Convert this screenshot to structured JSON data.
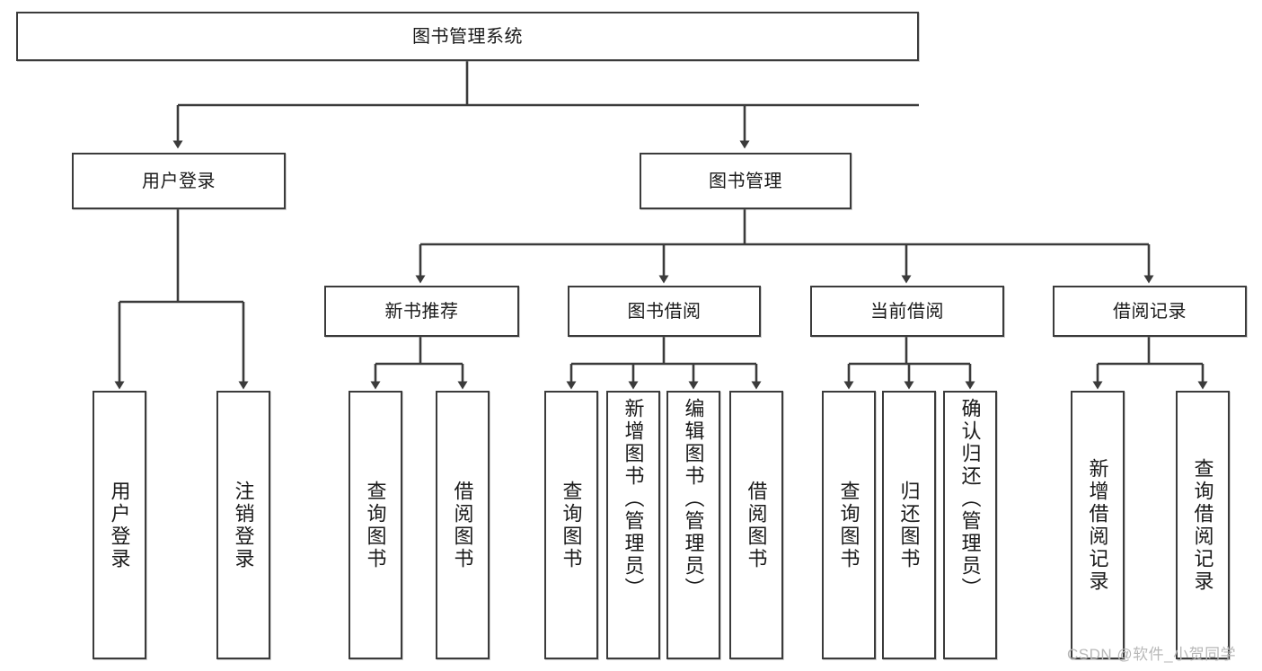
{
  "diagram": {
    "title": "图书管理系统",
    "watermark": "CSDN @软件_小贺同学",
    "colors": {
      "box_border": "#3b3b3b",
      "box_fill": "#ffffff",
      "edge": "#3b3b3b",
      "text": "#1a1a1a",
      "watermark": "#b8b8b8"
    },
    "nodes": {
      "root": {
        "label": "图书管理系统"
      },
      "level1": [
        {
          "label": "用户登录"
        },
        {
          "label": "图书管理"
        }
      ],
      "level2": [
        {
          "label": "新书推荐"
        },
        {
          "label": "图书借阅"
        },
        {
          "label": "当前借阅"
        },
        {
          "label": "借阅记录"
        }
      ],
      "leaves": {
        "user_login": [
          {
            "label": "用户登录"
          },
          {
            "label": "注销登录"
          }
        ],
        "new_book_recommend": [
          {
            "label": "查询图书"
          },
          {
            "label": "借阅图书"
          }
        ],
        "book_borrow": [
          {
            "label": "查询图书"
          },
          {
            "label": "新增图书（管理员）"
          },
          {
            "label": "编辑图书（管理员）"
          },
          {
            "label": "借阅图书"
          }
        ],
        "current_borrow": [
          {
            "label": "查询图书"
          },
          {
            "label": "归还图书"
          },
          {
            "label": "确认归还（管理员）"
          }
        ],
        "borrow_record": [
          {
            "label": "新增借阅记录"
          },
          {
            "label": "查询借阅记录"
          }
        ]
      }
    }
  }
}
